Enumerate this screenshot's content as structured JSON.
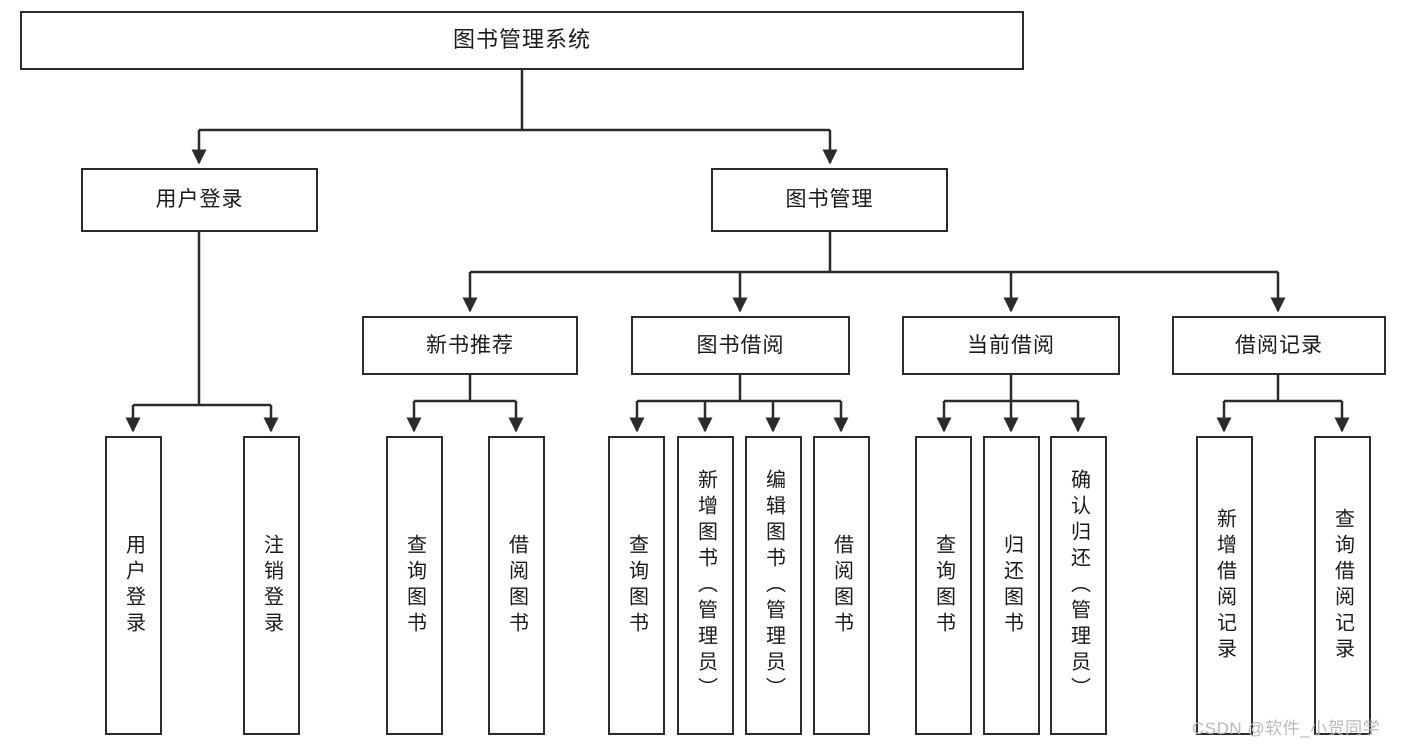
{
  "diagram": {
    "type": "tree-hierarchy",
    "title": "图书管理系统",
    "watermark": "CSDN @软件_小贺同学",
    "colors": {
      "stroke": "#2b2b2b",
      "fill": "#ffffff",
      "text": "#1a1a1a",
      "watermark": "#b9b9b9"
    },
    "nodes": {
      "root": {
        "label": "图书管理系统",
        "level": 0
      },
      "l1": [
        {
          "id": "user-login",
          "label": "用户登录"
        },
        {
          "id": "book-manage",
          "label": "图书管理"
        }
      ],
      "l2": [
        {
          "id": "new-book-recommend",
          "label": "新书推荐",
          "parent": "book-manage"
        },
        {
          "id": "book-borrow",
          "label": "图书借阅",
          "parent": "book-manage"
        },
        {
          "id": "current-borrow",
          "label": "当前借阅",
          "parent": "book-manage"
        },
        {
          "id": "borrow-record",
          "label": "借阅记录",
          "parent": "book-manage"
        }
      ],
      "leaves": {
        "user-login": [
          {
            "id": "leaf-user-login",
            "label": "用户登录"
          },
          {
            "id": "leaf-user-logout",
            "label": "注销登录"
          }
        ],
        "new-book-recommend": [
          {
            "id": "leaf-query-book-1",
            "label": "查询图书"
          },
          {
            "id": "leaf-borrow-book-1",
            "label": "借阅图书"
          }
        ],
        "book-borrow": [
          {
            "id": "leaf-query-book-2",
            "label": "查询图书"
          },
          {
            "id": "leaf-add-book",
            "label": "新增图书（管理员）"
          },
          {
            "id": "leaf-edit-book",
            "label": "编辑图书（管理员）"
          },
          {
            "id": "leaf-borrow-book-2",
            "label": "借阅图书"
          }
        ],
        "current-borrow": [
          {
            "id": "leaf-query-book-3",
            "label": "查询图书"
          },
          {
            "id": "leaf-return-book",
            "label": "归还图书"
          },
          {
            "id": "leaf-confirm-return",
            "label": "确认归还（管理员）"
          }
        ],
        "borrow-record": [
          {
            "id": "leaf-add-record",
            "label": "新增借阅记录"
          },
          {
            "id": "leaf-query-record",
            "label": "查询借阅记录"
          }
        ]
      }
    }
  }
}
